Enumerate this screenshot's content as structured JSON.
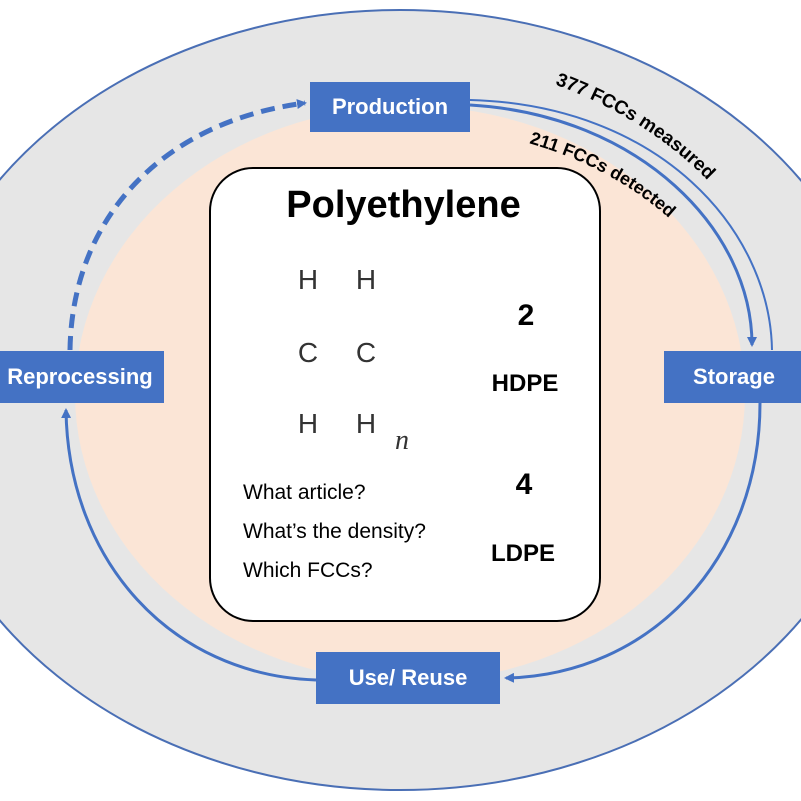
{
  "stages": {
    "production": "Production",
    "storage": "Storage",
    "use_reuse": "Use/ Reuse",
    "reprocessing": "Reprocessing"
  },
  "annotations": {
    "measured": "377 FCCs measured",
    "detected": "211 FCCs detected"
  },
  "center": {
    "title": "Polyethylene",
    "formula": {
      "atoms": [
        "H",
        "H",
        "C",
        "C",
        "H",
        "H"
      ],
      "repeat": "n"
    },
    "questions": [
      "What article?",
      "What’s the density?",
      "Which FCCs?"
    ]
  },
  "recycling_codes": [
    {
      "number": "2",
      "label": "HDPE"
    },
    {
      "number": "4",
      "label": "LDPE"
    }
  ],
  "colors": {
    "outer_ring": "#e6e6e6",
    "inner_area": "#fbe5d6",
    "stage_box": "#4472c4",
    "arrow": "#4472c4"
  },
  "icons": [
    "recycle-triangle-icon",
    "recycle-triangle-icon"
  ]
}
